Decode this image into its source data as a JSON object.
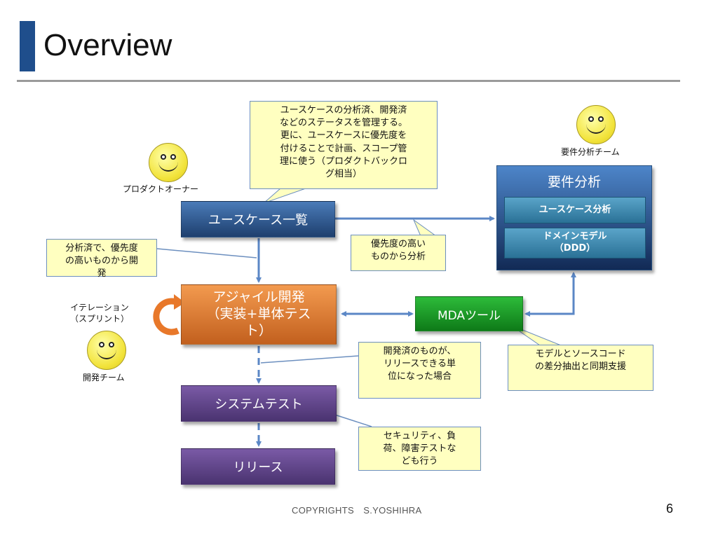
{
  "slide": {
    "title": "Overview",
    "footer": "COPYRIGHTS　S.YOSHIHRA",
    "page_number": "6"
  },
  "boxes": {
    "usecases": "ユースケース一覧",
    "agile": "アジャイル開発\n（実装+単体テス\nト）",
    "system_test": "システムテスト",
    "release": "リリース",
    "mda_tool": "MDAツール"
  },
  "requirements": {
    "title": "要件分析",
    "usecase_analysis": "ユースケース分析",
    "domain_model": "ドメインモデル\n（DDD）"
  },
  "callouts": {
    "usecase_list": "ユースケースの分析済、開発済\nなどのステータスを管理する。\n更に、ユースケースに優先度を\n付けることで計画、スコープ管\n理に使う（プロダクトバックロ\nグ相当）",
    "priority": "優先度の高い\nものから分析",
    "analyzed": "分析済で、優先度\nの高いものから開\n発",
    "release_unit": "開発済のものが、\nリリースできる単\n位になった場合",
    "security": "セキュリティ、負\n荷、障害テストな\nども行う",
    "model_sync": "モデルとソースコード\nの差分抽出と同期支援"
  },
  "actors": {
    "product_owner": "プロダクトオーナー",
    "req_team": "要件分析チーム",
    "dev_team": "開発チーム",
    "iteration": "イテレーション\n（スプリント）"
  },
  "colors": {
    "title_accent": "#1f4e8c",
    "usecases_box": "#2d5a94",
    "agile_box": "#e07a30",
    "system_box": "#5e4589",
    "mda_box": "#1a9a26",
    "requirements_panel": "#2a5a99",
    "callout_fill": "#ffffc0",
    "arrow": "#5b87c6"
  }
}
